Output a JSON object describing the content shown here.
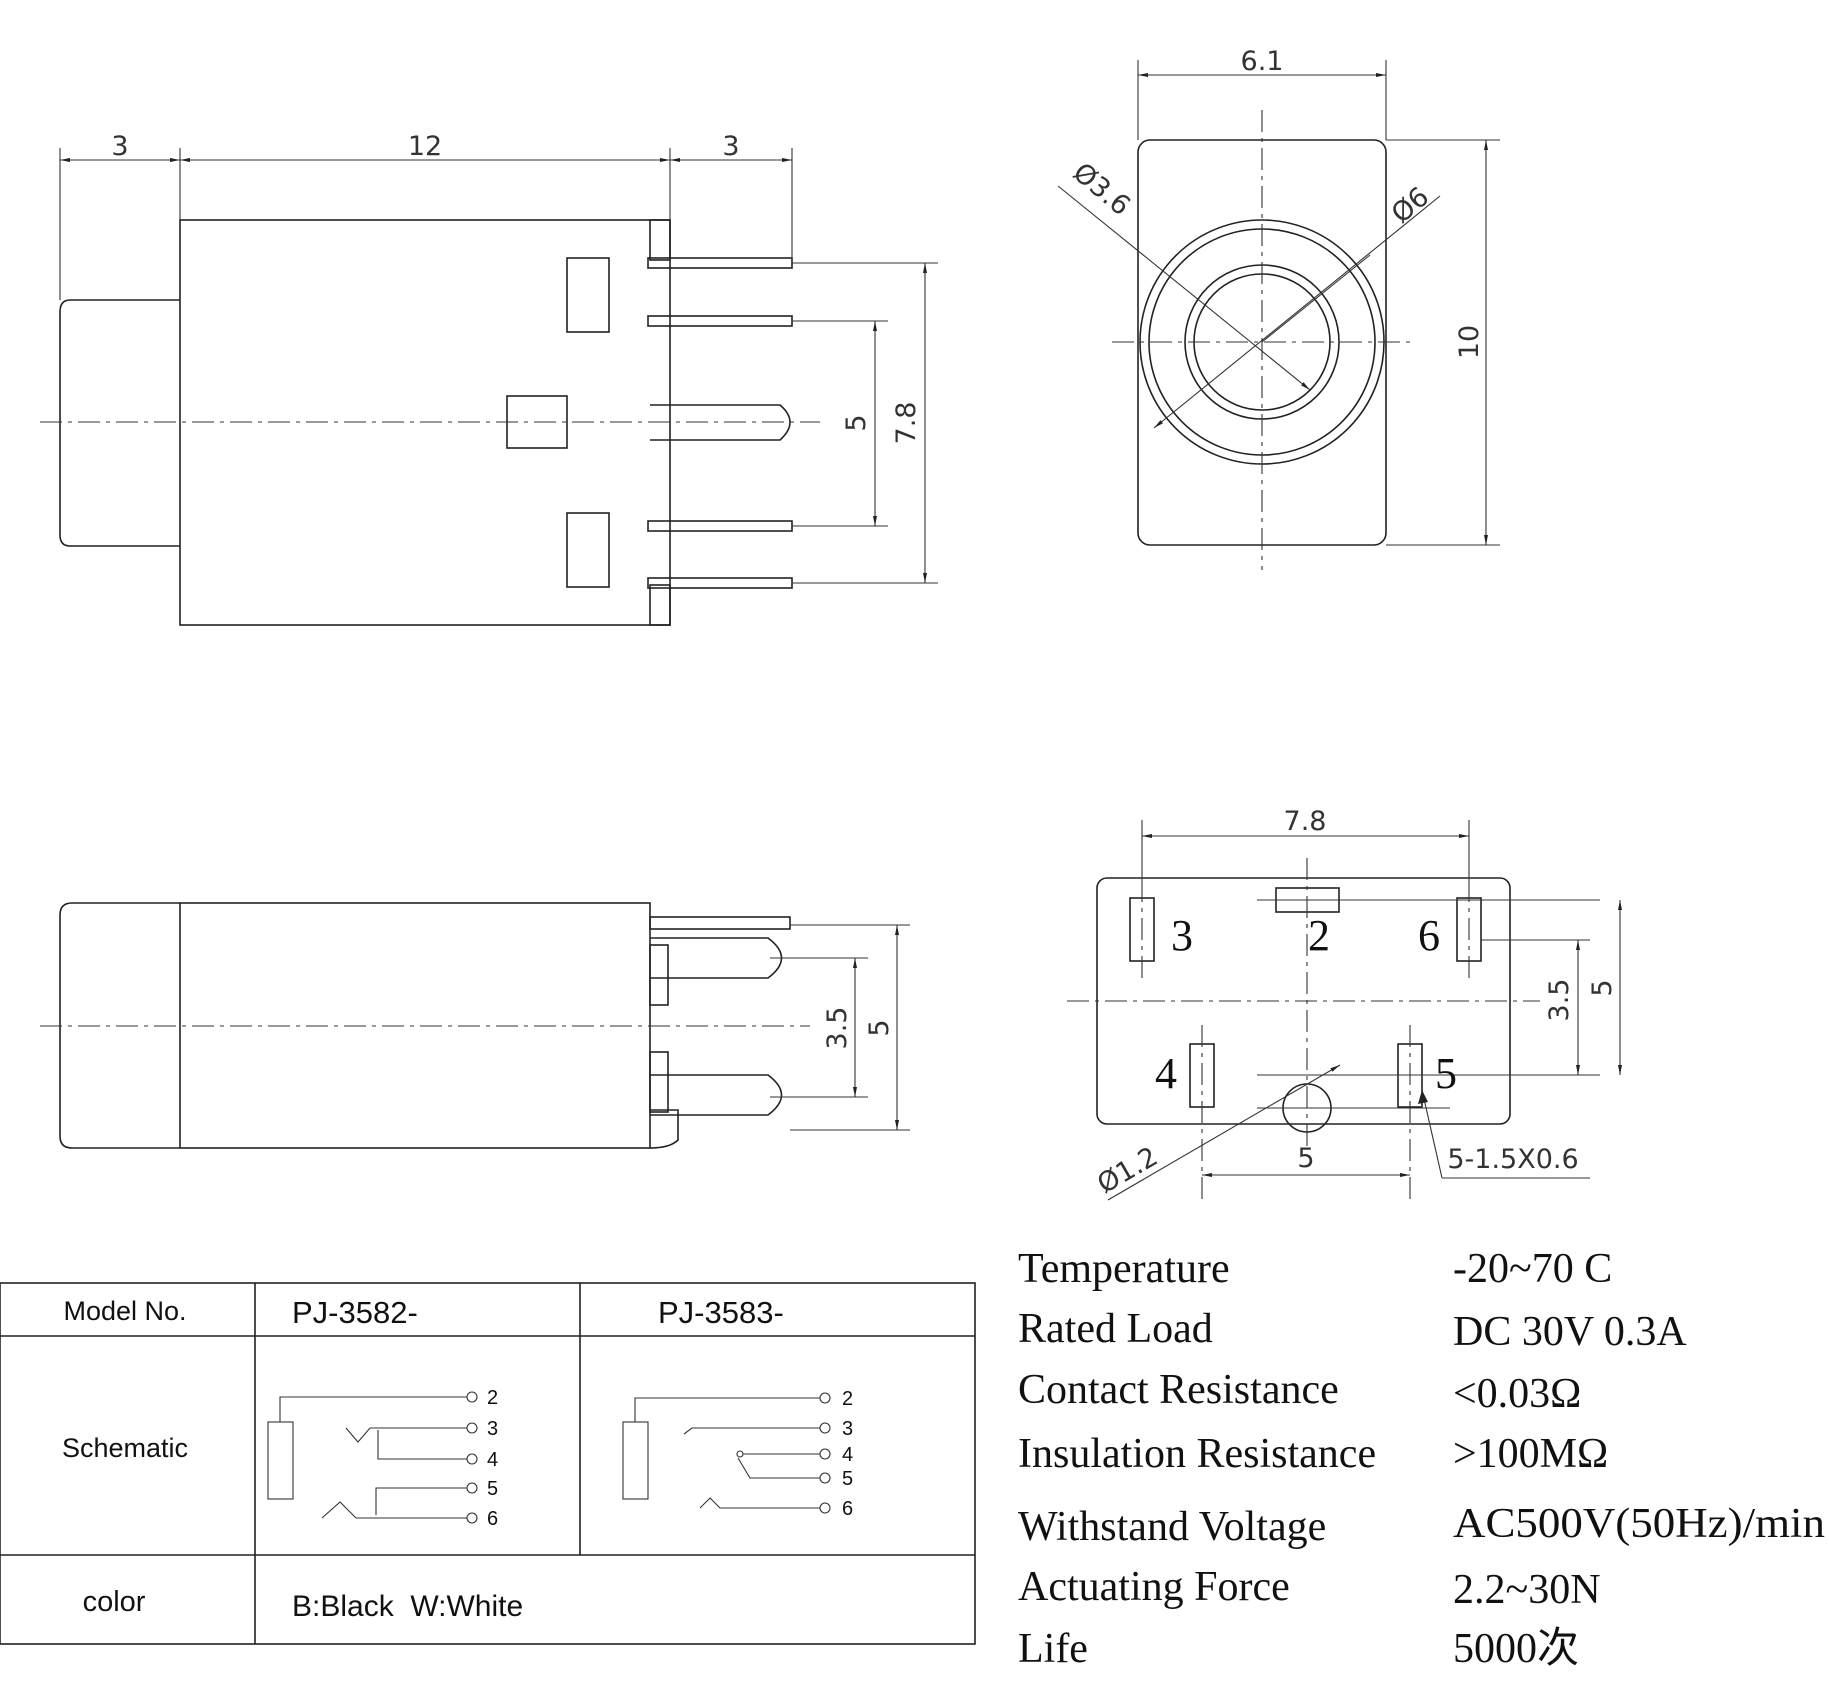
{
  "dimensions": {
    "side_top_left": "3",
    "side_top_body": "12",
    "side_top_right": "3",
    "side_pitch_outer": "7.8",
    "side_pitch_inner": "5",
    "front_width": "6.1",
    "front_height": "10",
    "front_d_small": "Ø3.6",
    "front_d_large": "Ø6",
    "bottom_side_outer": "5",
    "bottom_side_inner": "3.5",
    "foot_width": "7.8",
    "foot_row_pitch": "3.5",
    "foot_outer": "5",
    "foot_bottom": "5",
    "foot_hole": "Ø1.2",
    "foot_pads": "5-1.5X0.6"
  },
  "pin_labels": {
    "p3": "3",
    "p2": "2",
    "p6": "6",
    "p4": "4",
    "p5": "5"
  },
  "table": {
    "header_label": "Model No.",
    "model_a": "PJ-3582-",
    "model_b": "PJ-3583-",
    "schematic_label": "Schematic",
    "color_label": "color",
    "color_value": "B:Black  W:White",
    "sch_a_pins": [
      "2",
      "3",
      "4",
      "5",
      "6"
    ],
    "sch_b_pins": [
      "2",
      "3",
      "4",
      "5",
      "6"
    ]
  },
  "specs": [
    {
      "label": "Temperature",
      "value": "-20~70 C"
    },
    {
      "label": "Rated Load",
      "value": "DC 30V 0.3A"
    },
    {
      "label": "Contact Resistance",
      "value": "<0.03Ω"
    },
    {
      "label": "Insulation Resistance",
      "value": ">100MΩ"
    },
    {
      "label": "Withstand Voltage",
      "value": "AC500V(50Hz)/min"
    },
    {
      "label": "Actuating Force",
      "value": "2.2~30N"
    },
    {
      "label": "Life",
      "value": "5000次"
    }
  ]
}
